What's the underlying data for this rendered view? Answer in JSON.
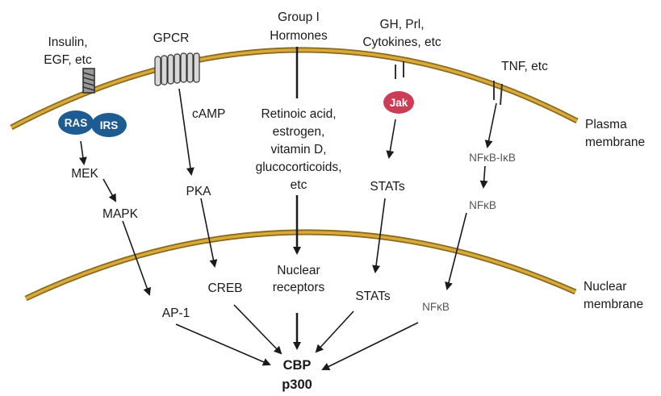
{
  "colors": {
    "membrane_outer": "#8a6a1c",
    "membrane_inner": "#d9a93a",
    "badge_blue": "#1f5b93",
    "badge_red": "#cc3d55",
    "arrow": "#1a1a1a"
  },
  "signals": {
    "insulin": [
      "Insulin,",
      "EGF, etc"
    ],
    "gpcr": "GPCR",
    "group1": [
      "Group I",
      "Hormones"
    ],
    "gh": [
      "GH, Prl,",
      "Cytokines, etc"
    ],
    "tnf": "TNF, etc"
  },
  "membranes": {
    "plasma": [
      "Plasma",
      "membrane"
    ],
    "nuclear": [
      "Nuclear",
      "membrane"
    ]
  },
  "badges": {
    "ras": "RAS",
    "irs": "IRS",
    "jak": "Jak"
  },
  "cytoplasm": {
    "camp": "cAMP",
    "ligands": [
      "Retinoic acid,",
      "estrogen,",
      "vitamin D,",
      "glucocorticoids,",
      "etc"
    ],
    "mek": "MEK",
    "mapk": "MAPK",
    "pka": "PKA",
    "stats": "STATs",
    "nfkb_ikb": "NFκB-IκB",
    "nfkb": "NFκB"
  },
  "nucleus": {
    "ap1": "AP-1",
    "creb": "CREB",
    "receptors": [
      "Nuclear",
      "receptors"
    ],
    "stats": "STATs",
    "nfkb": "NFκB"
  },
  "target": [
    "CBP",
    "p300"
  ]
}
